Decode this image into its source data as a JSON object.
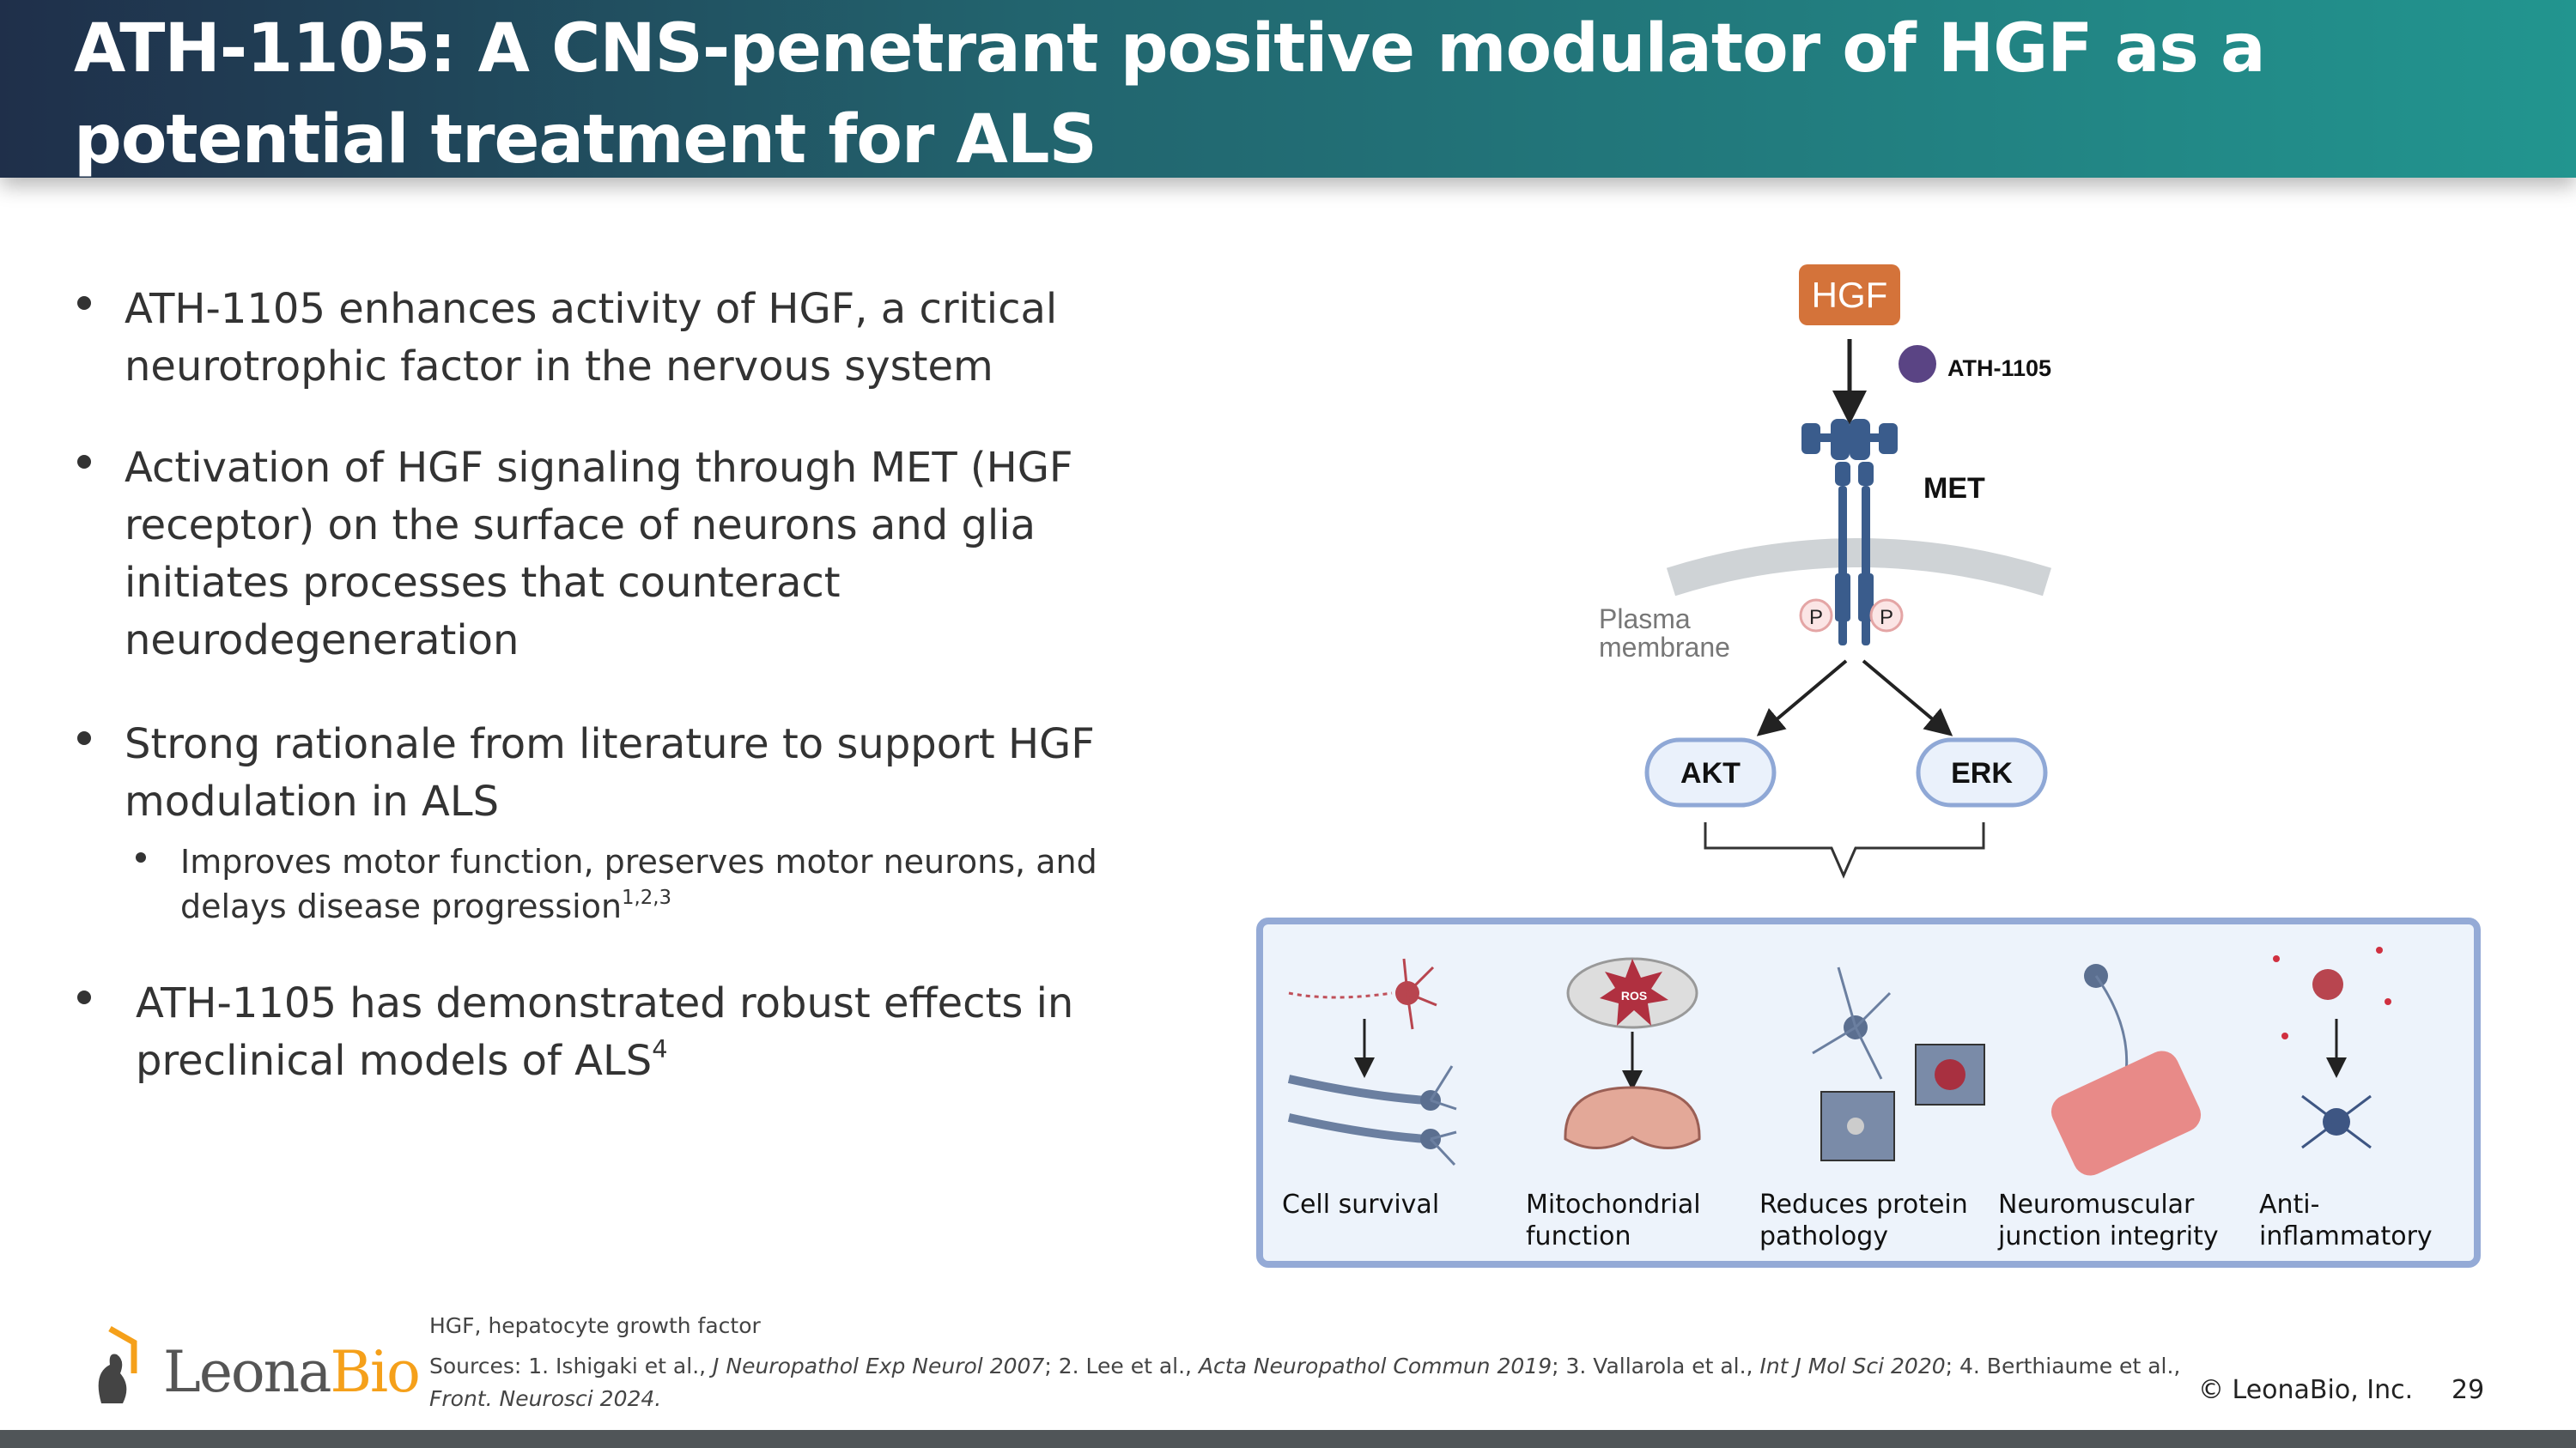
{
  "header": {
    "title": "ATH-1105: A CNS-penetrant positive modulator of HGF as a potential treatment for ALS"
  },
  "bullets": [
    {
      "text": "ATH-1105 enhances activity of HGF, a critical neurotrophic factor in the nervous system"
    },
    {
      "text": "Activation of HGF signaling through MET (HGF receptor) on the surface of neurons and glia initiates processes that counteract neurodegeneration"
    },
    {
      "text": "Strong rationale from literature to support HGF modulation in ALS",
      "sub": {
        "text": "Improves motor function, preserves motor neurons, and delays disease progression",
        "sup": "1,2,3"
      }
    },
    {
      "text": "ATH-1105 has demonstrated robust effects in preclinical models of ALS",
      "sup": "4"
    }
  ],
  "diagram": {
    "hgf": "HGF",
    "drug": "ATH-1105",
    "receptor": "MET",
    "membrane": [
      "Plasma",
      "membrane"
    ],
    "phospho": "P",
    "akt": "AKT",
    "erk": "ERK",
    "ros": "ROS",
    "colors": {
      "hgf": "#d4733a",
      "drug": "#5a4484",
      "met": "#3a5c8c",
      "node_border": "#8fa8d6"
    }
  },
  "outcomes": [
    {
      "line1": "Cell survival",
      "line2": ""
    },
    {
      "line1": "Mitochondrial",
      "line2": "function"
    },
    {
      "line1": "Reduces protein",
      "line2": "pathology"
    },
    {
      "line1": "Neuromuscular",
      "line2": "junction integrity"
    },
    {
      "line1": "Anti-inflammatory",
      "line2": ""
    }
  ],
  "footer": {
    "abbrev": "HGF, hepatocyte growth factor",
    "sources_prefix": "Sources: 1. Ishigaki et al., ",
    "s1": "J Neuropathol Exp Neurol 2007",
    "s2_pre": "; 2. Lee et al., ",
    "s2": "Acta Neuropathol Commun 2019",
    "s3_pre": "; 3. Vallarola et al., ",
    "s3": "Int J Mol Sci 2020",
    "s4_pre": "; 4. Berthiaume et al.,",
    "s4": "Front. Neurosci 2024.",
    "logo": "LeonaBio",
    "copyright": "© LeonaBio, Inc.",
    "page": "29"
  }
}
